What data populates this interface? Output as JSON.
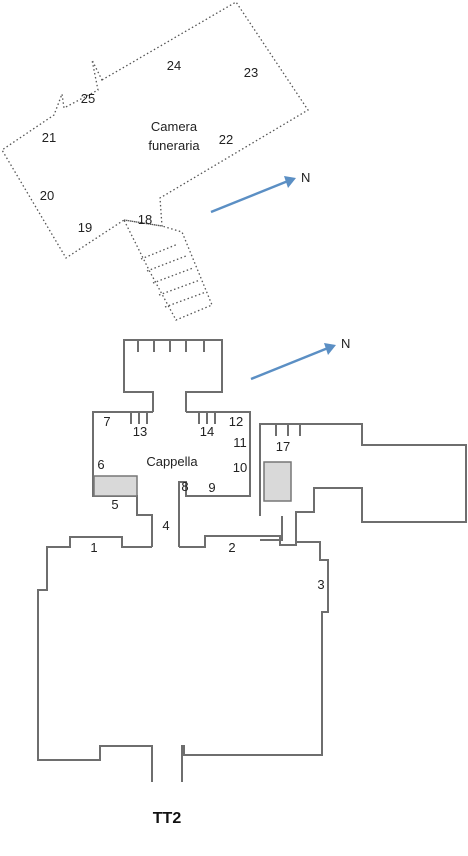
{
  "title": "TT2",
  "burial_chamber": {
    "name_line1": "Camera",
    "name_line2": "funeraria",
    "numbers": [
      "18",
      "19",
      "20",
      "21",
      "22",
      "23",
      "24",
      "25"
    ]
  },
  "chapel": {
    "name": "Cappella",
    "numbers": [
      "1",
      "2",
      "3",
      "4",
      "5",
      "6",
      "7",
      "8",
      "9",
      "10",
      "11",
      "12",
      "13",
      "14",
      "17"
    ]
  },
  "north_label": "N",
  "colors": {
    "arrow": "#5b8fc4",
    "wall": "#6e6e6e",
    "shaded": "#d9d9d9"
  }
}
